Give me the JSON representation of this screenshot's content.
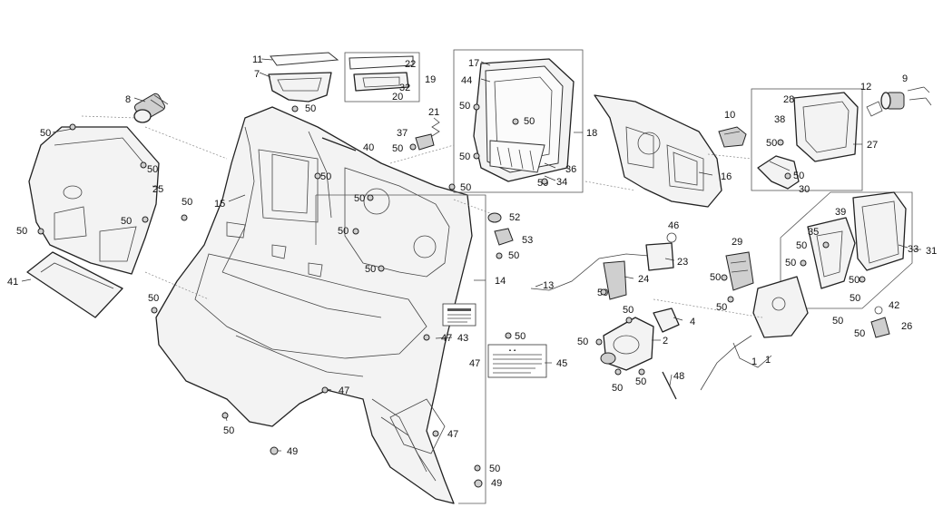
{
  "callouts": [
    "50",
    "8",
    "25",
    "41",
    "11",
    "7",
    "22",
    "32",
    "19",
    "20",
    "21",
    "37",
    "40",
    "17",
    "44",
    "15",
    "18",
    "36",
    "34",
    "14",
    "52",
    "53",
    "10",
    "16",
    "28",
    "38",
    "27",
    "30",
    "12",
    "9",
    "46",
    "23",
    "29",
    "24",
    "13",
    "39",
    "35",
    "33",
    "31",
    "42",
    "26",
    "1",
    "2",
    "4",
    "48",
    "45",
    "43",
    "47",
    "49"
  ],
  "label_text": "▲ ▲"
}
